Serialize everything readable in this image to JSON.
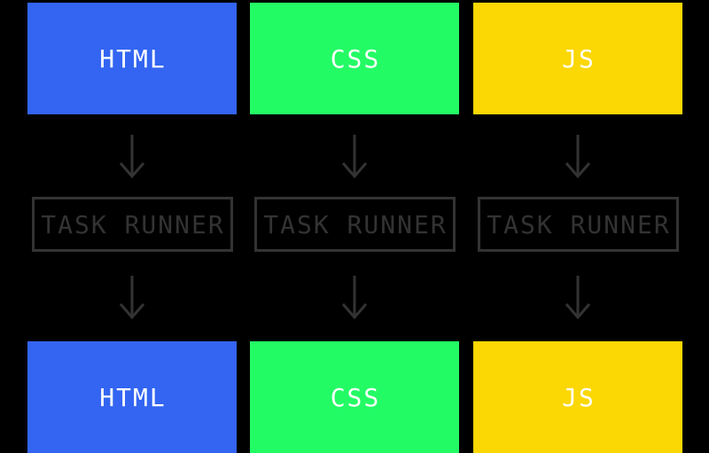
{
  "colors": {
    "background": "#000000",
    "outline": "#333333",
    "label_text": "#FFFFFF",
    "html": "#3365F2",
    "css": "#23FB65",
    "js": "#FBD703"
  },
  "columns": [
    {
      "name": "html",
      "source_label": "HTML",
      "task_label": "TASK RUNNER",
      "output_label": "HTML",
      "color": "#3365F2"
    },
    {
      "name": "css",
      "source_label": "CSS",
      "task_label": "TASK RUNNER",
      "output_label": "CSS",
      "color": "#23FB65"
    },
    {
      "name": "js",
      "source_label": "JS",
      "task_label": "TASK RUNNER",
      "output_label": "JS",
      "color": "#FBD703"
    }
  ]
}
